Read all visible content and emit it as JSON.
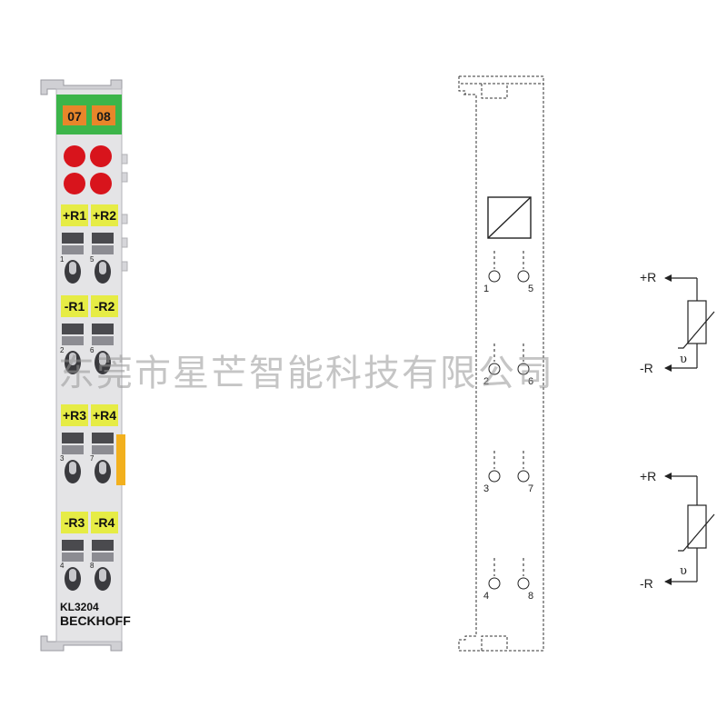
{
  "module": {
    "channel_numbers": [
      "07",
      "08"
    ],
    "labels": [
      {
        "left": "+R1",
        "right": "+R2"
      },
      {
        "left": "-R1",
        "right": "-R2"
      },
      {
        "left": "+R3",
        "right": "+R4"
      },
      {
        "left": "-R3",
        "right": "-R4"
      }
    ],
    "terminal_numbers": [
      {
        "left": "1",
        "right": "5"
      },
      {
        "left": "2",
        "right": "6"
      },
      {
        "left": "3",
        "right": "7"
      },
      {
        "left": "4",
        "right": "8"
      }
    ],
    "model": "KL3204",
    "brand": "BECKHOFF"
  },
  "schematic": {
    "terminals": [
      {
        "left": "1",
        "right": "5"
      },
      {
        "left": "2",
        "right": "6"
      },
      {
        "left": "3",
        "right": "7"
      },
      {
        "left": "4",
        "right": "8"
      }
    ],
    "sensors": [
      {
        "plus_label": "+R",
        "minus_label": "-R",
        "symbol": "υ"
      },
      {
        "plus_label": "+R",
        "minus_label": "-R",
        "symbol": "υ"
      }
    ]
  },
  "watermark": "东莞市星芒智能科技有限公司",
  "colors": {
    "top_green": "#3cb54a",
    "orange_label": "#e8862a",
    "led_red": "#d8141c",
    "yellow_label": "#e6ec45",
    "module_body": "#e4e4e6",
    "side_tab": "#f2b01e"
  }
}
